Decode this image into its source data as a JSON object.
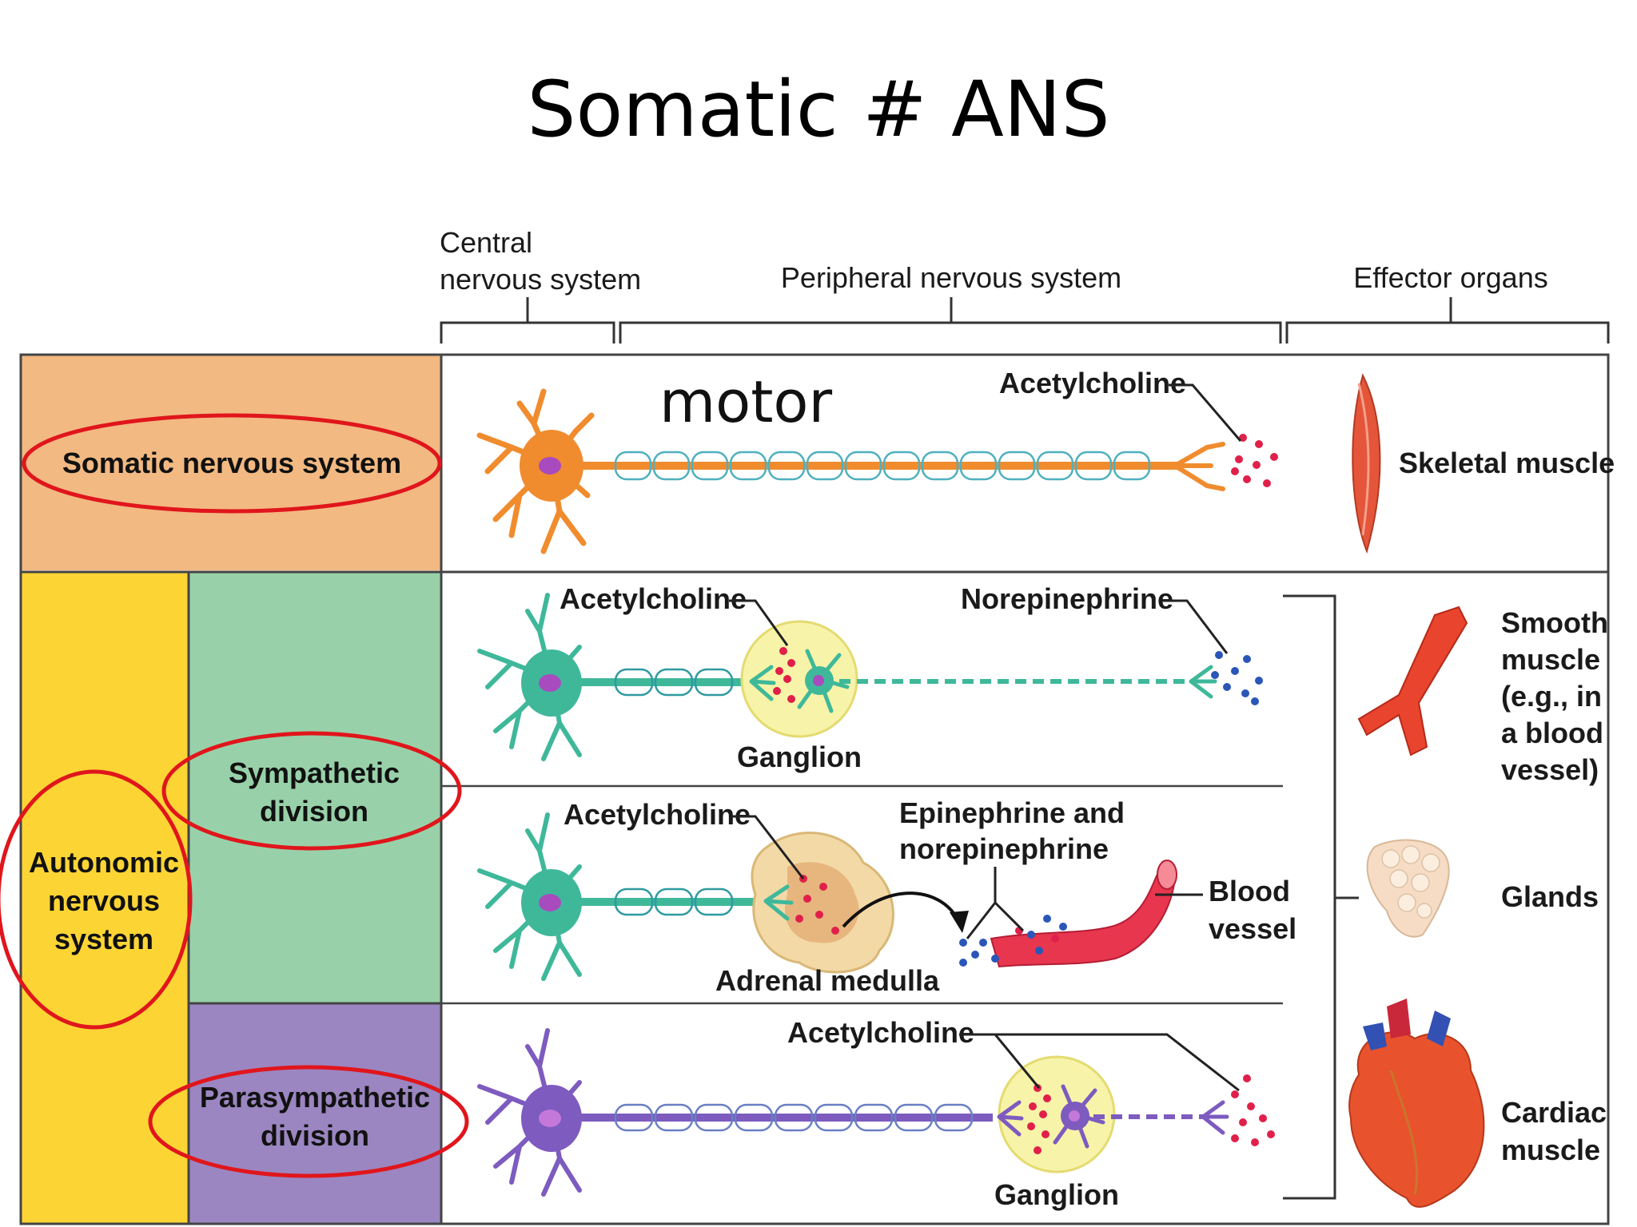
{
  "title": "Somatic # ANS",
  "headers": {
    "cns": [
      "Central",
      "nervous system"
    ],
    "pns": "Peripheral nervous system",
    "effector": "Effector organs"
  },
  "rows": {
    "somatic": [
      "Somatic nervous system"
    ],
    "autonomic": [
      "Autonomic",
      "nervous",
      "system"
    ],
    "sympathetic": [
      "Sympathetic",
      "division"
    ],
    "parasympathetic": [
      "Parasympathetic",
      "division"
    ]
  },
  "annotations": {
    "motor": "motor",
    "ach_somatic": "Acetylcholine",
    "ach_symp": "Acetylcholine",
    "norepinephrine": "Norepinephrine",
    "ganglion_symp": "Ganglion",
    "ach_adrenal": "Acetylcholine",
    "epi_norepi": [
      "Epinephrine and",
      "norepinephrine"
    ],
    "blood_vessel": [
      "Blood",
      "vessel"
    ],
    "adrenal_medulla": "Adrenal medulla",
    "ach_para": "Acetylcholine",
    "ganglion_para": "Ganglion"
  },
  "effectors": {
    "skeletal": "Skeletal muscle",
    "smooth": [
      "Smooth",
      "muscle",
      "(e.g., in",
      "a blood",
      "vessel)"
    ],
    "glands": "Glands",
    "cardiac": [
      "Cardiac",
      "muscle"
    ]
  },
  "colors": {
    "somatic_bg": "#f2b982",
    "autonomic_bg": "#fcd535",
    "sympathetic_bg": "#98d1a9",
    "parasympathetic_bg": "#9b86c1",
    "somatic_neuron": "#f08c2e",
    "sympathetic_neuron": "#3fb89a",
    "parasympathetic_neuron": "#7d5bbf",
    "highlight_circle": "#e0161c",
    "neurotransmitter_red": "#e0204a",
    "neurotransmitter_blue": "#2a56b8"
  }
}
